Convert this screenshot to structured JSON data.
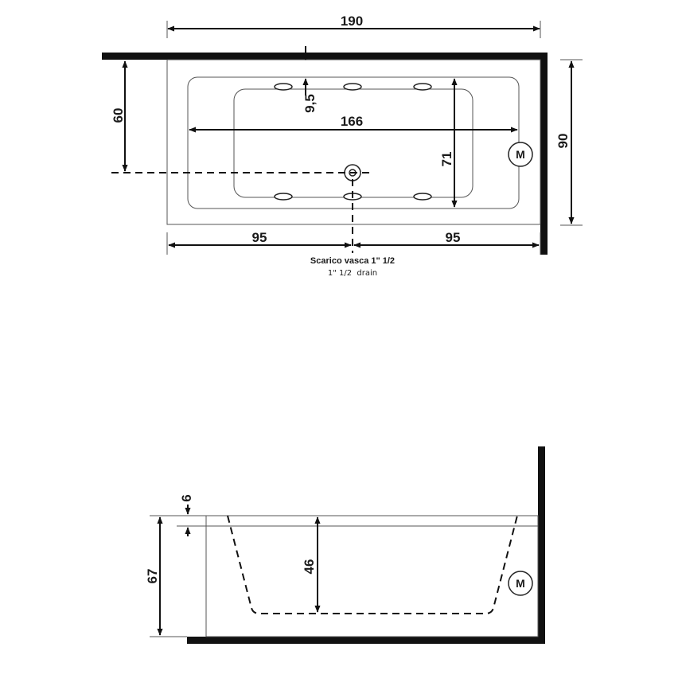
{
  "top_view": {
    "dimensions": {
      "overall_length": "190",
      "overall_width": "90",
      "drain_offset": "60",
      "inner_length": "166",
      "inner_width": "71",
      "jet_offset": "9,5",
      "left_to_drain": "95",
      "drain_to_right": "95"
    },
    "motor_label": "M",
    "drain_caption": "Scarico vasca 1\" 1/2",
    "drain_caption_en": "1\" 1/2  drain"
  },
  "side_view": {
    "dimensions": {
      "total_height": "67",
      "rim_thickness": "6",
      "basin_depth": "46"
    },
    "motor_label": "M"
  }
}
